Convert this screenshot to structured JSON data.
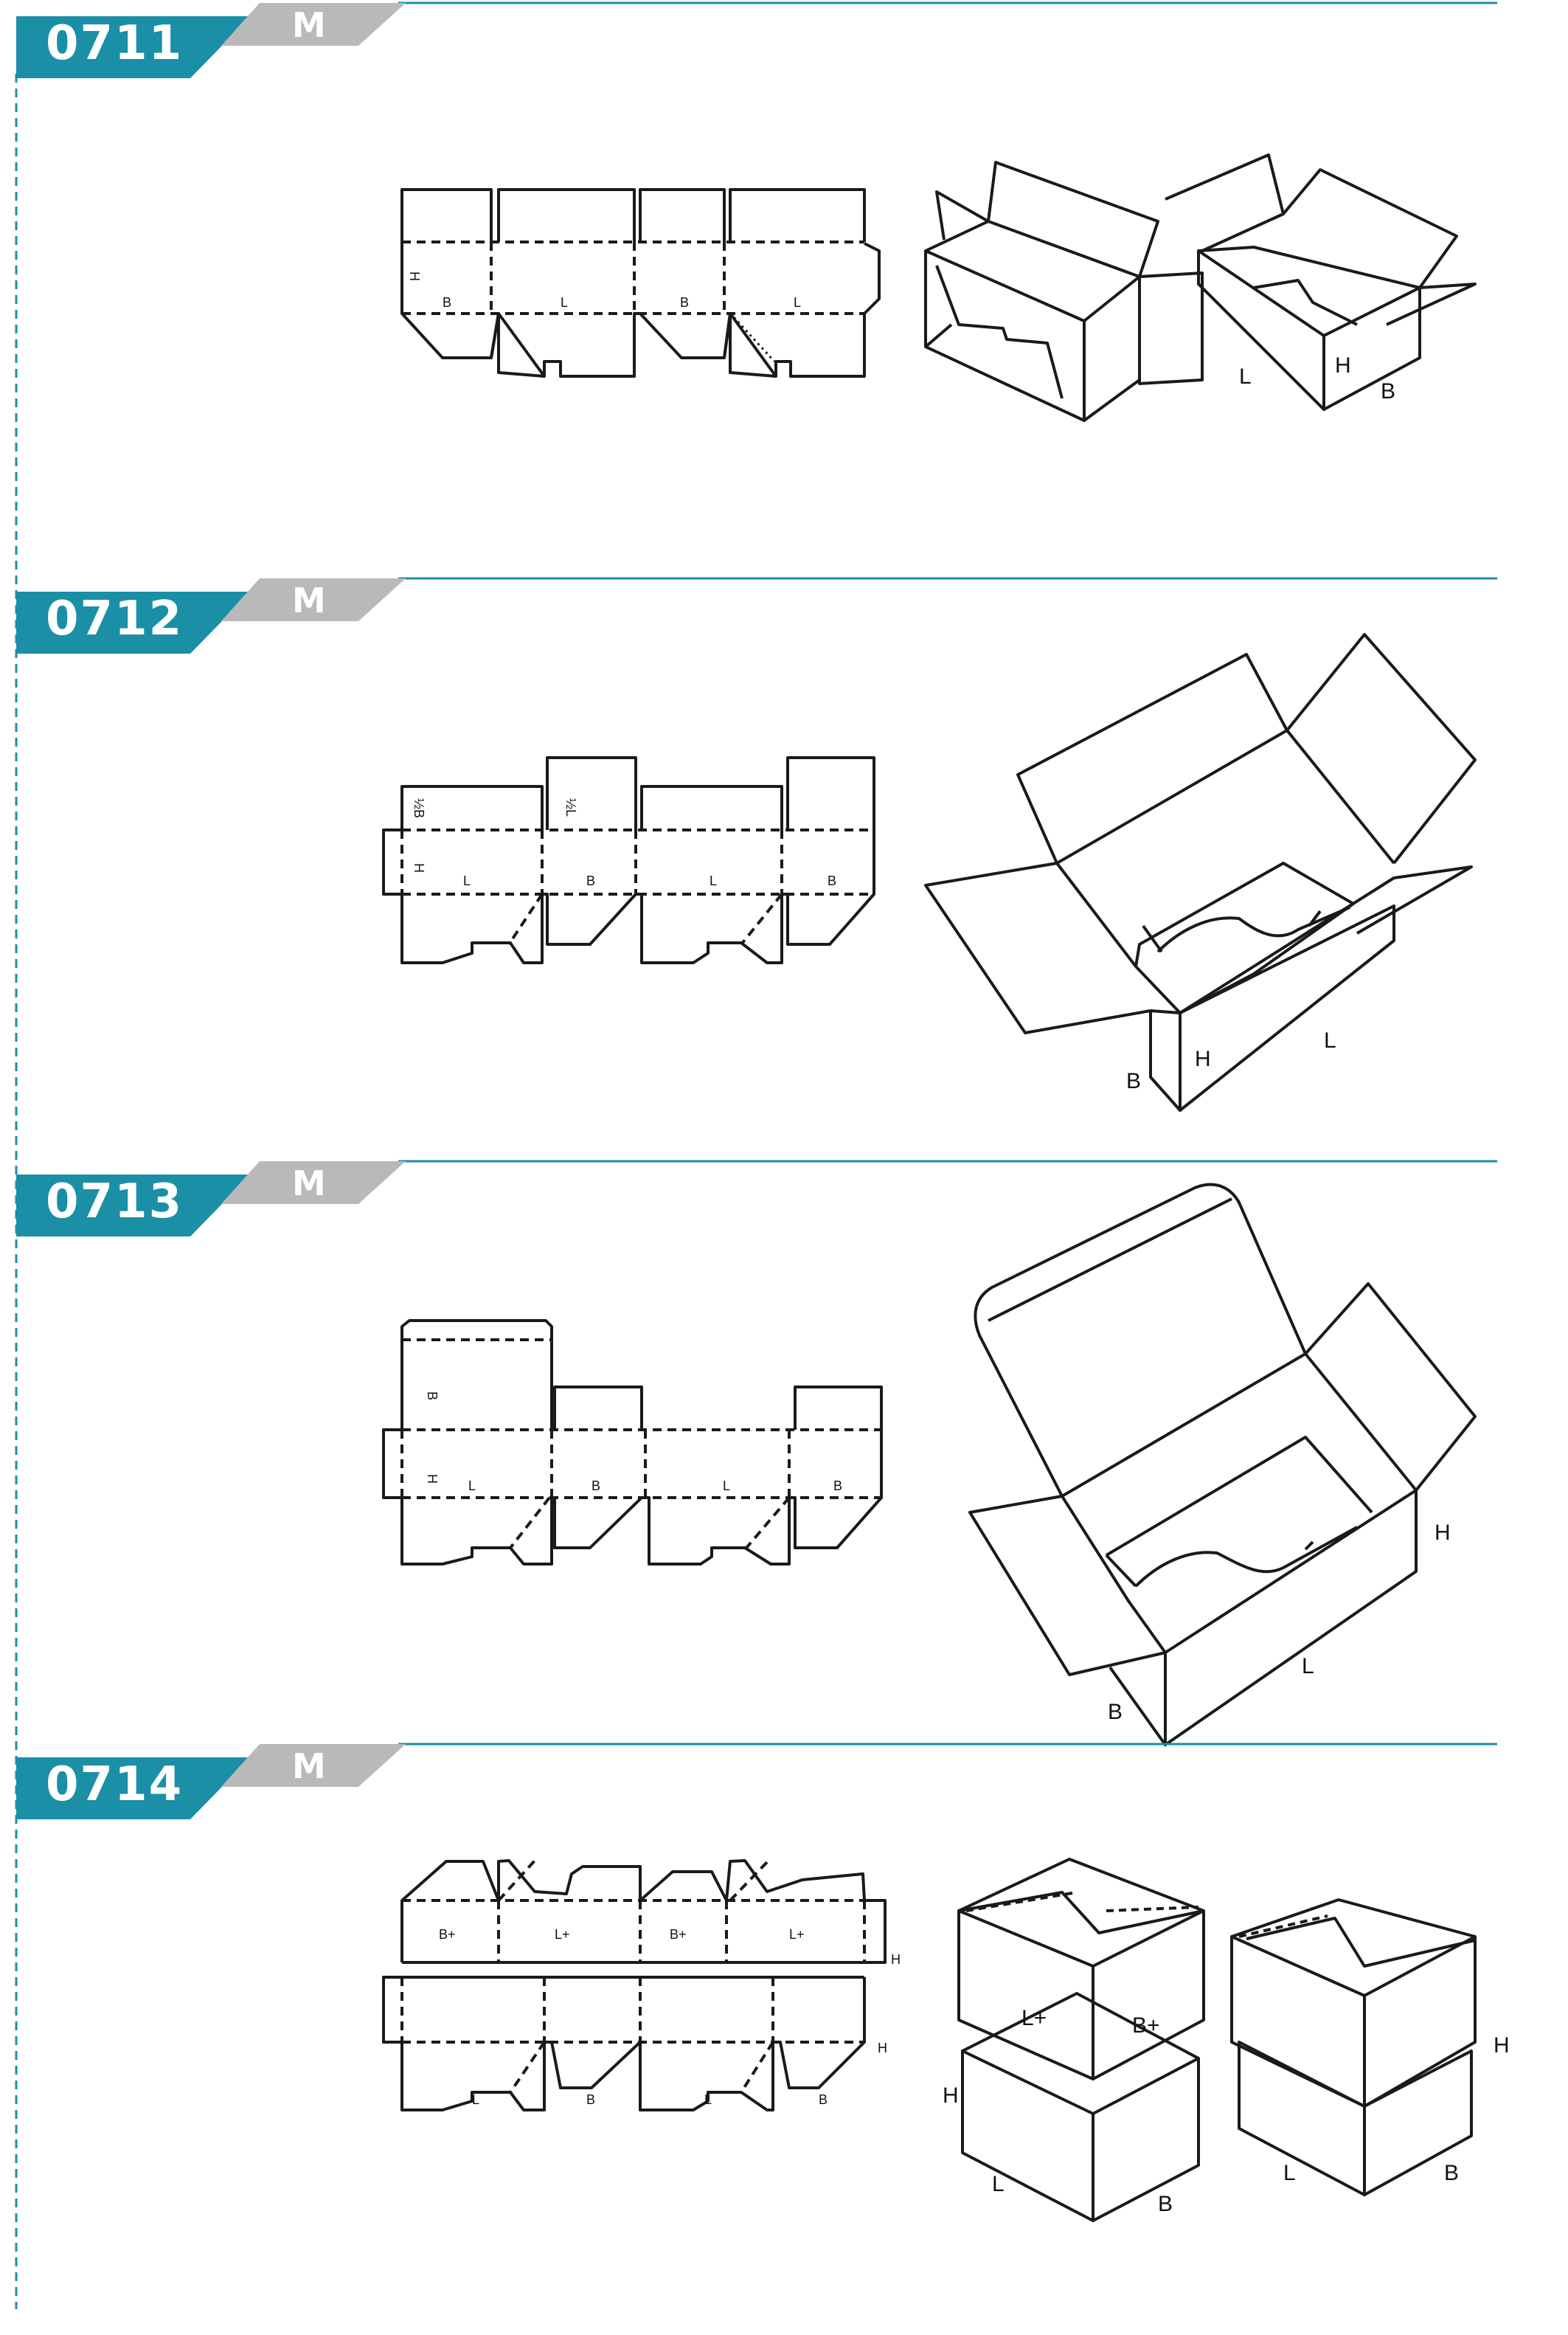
{
  "colors": {
    "accent": "#1a8fa6",
    "badge": "#b9b9b9",
    "line": "#1a1a1a"
  },
  "sections": [
    {
      "code": "0711",
      "badge": "M",
      "flat_labels": {
        "h": "H",
        "b1": "B",
        "l1": "L",
        "b2": "B",
        "l2": "L"
      },
      "iso_labels": {
        "l": "L",
        "h": "H",
        "b": "B"
      }
    },
    {
      "code": "0712",
      "badge": "M",
      "flat_labels": {
        "halfb": "½B",
        "halfl": "½L",
        "h": "H",
        "l1": "L",
        "b1": "B",
        "l2": "L",
        "b2": "B"
      },
      "iso_labels": {
        "b": "B",
        "h": "H",
        "l": "L"
      }
    },
    {
      "code": "0713",
      "badge": "M",
      "flat_labels": {
        "bflap": "B",
        "h": "H",
        "l1": "L",
        "b1": "B",
        "l2": "L",
        "b2": "B"
      },
      "iso_labels": {
        "h": "H",
        "l": "L",
        "b": "B"
      }
    },
    {
      "code": "0714",
      "badge": "M",
      "flat_labels": {
        "bp1": "B+",
        "lp1": "L+",
        "bp2": "B+",
        "lp2": "L+",
        "h1": "H",
        "l1": "L",
        "b1": "B",
        "l2": "L",
        "b2": "B",
        "h2": "H"
      },
      "iso_labels": {
        "lp": "L+",
        "bp": "B+",
        "h1": "H",
        "l1": "L",
        "b1": "B",
        "h2": "H",
        "l2": "L",
        "b2": "B"
      }
    }
  ]
}
